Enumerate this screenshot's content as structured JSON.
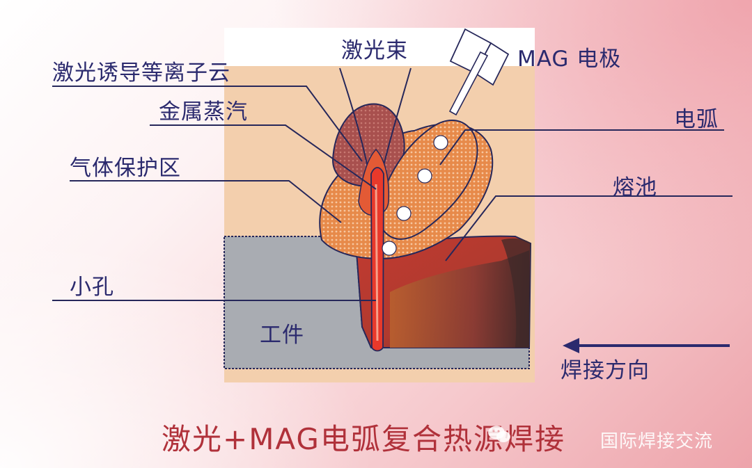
{
  "labels": {
    "laser_beam": "激光束",
    "mag_electrode": "MAG 电极",
    "laser_plasma": "激光诱导等离子云",
    "metal_vapor": "金属蒸汽",
    "gas_shield": "气体保护区",
    "arc": "电弧",
    "weld_pool": "熔池",
    "keyhole": "小孔",
    "workpiece": "工件",
    "direction": "焊接方向"
  },
  "title": "激光+MAG电弧复合热源焊接",
  "watermark": "国际焊接交流",
  "icons": {
    "watermark_icon": "wechat-logo-icon"
  },
  "colors": {
    "label_text": "#2b2a6e",
    "title": "#b0313a",
    "workpiece": "#a9acb2",
    "backdrop": "#f3cfad",
    "pool": "#b8322e",
    "keyhole": "#e8392b",
    "arc": "#e4763c"
  }
}
